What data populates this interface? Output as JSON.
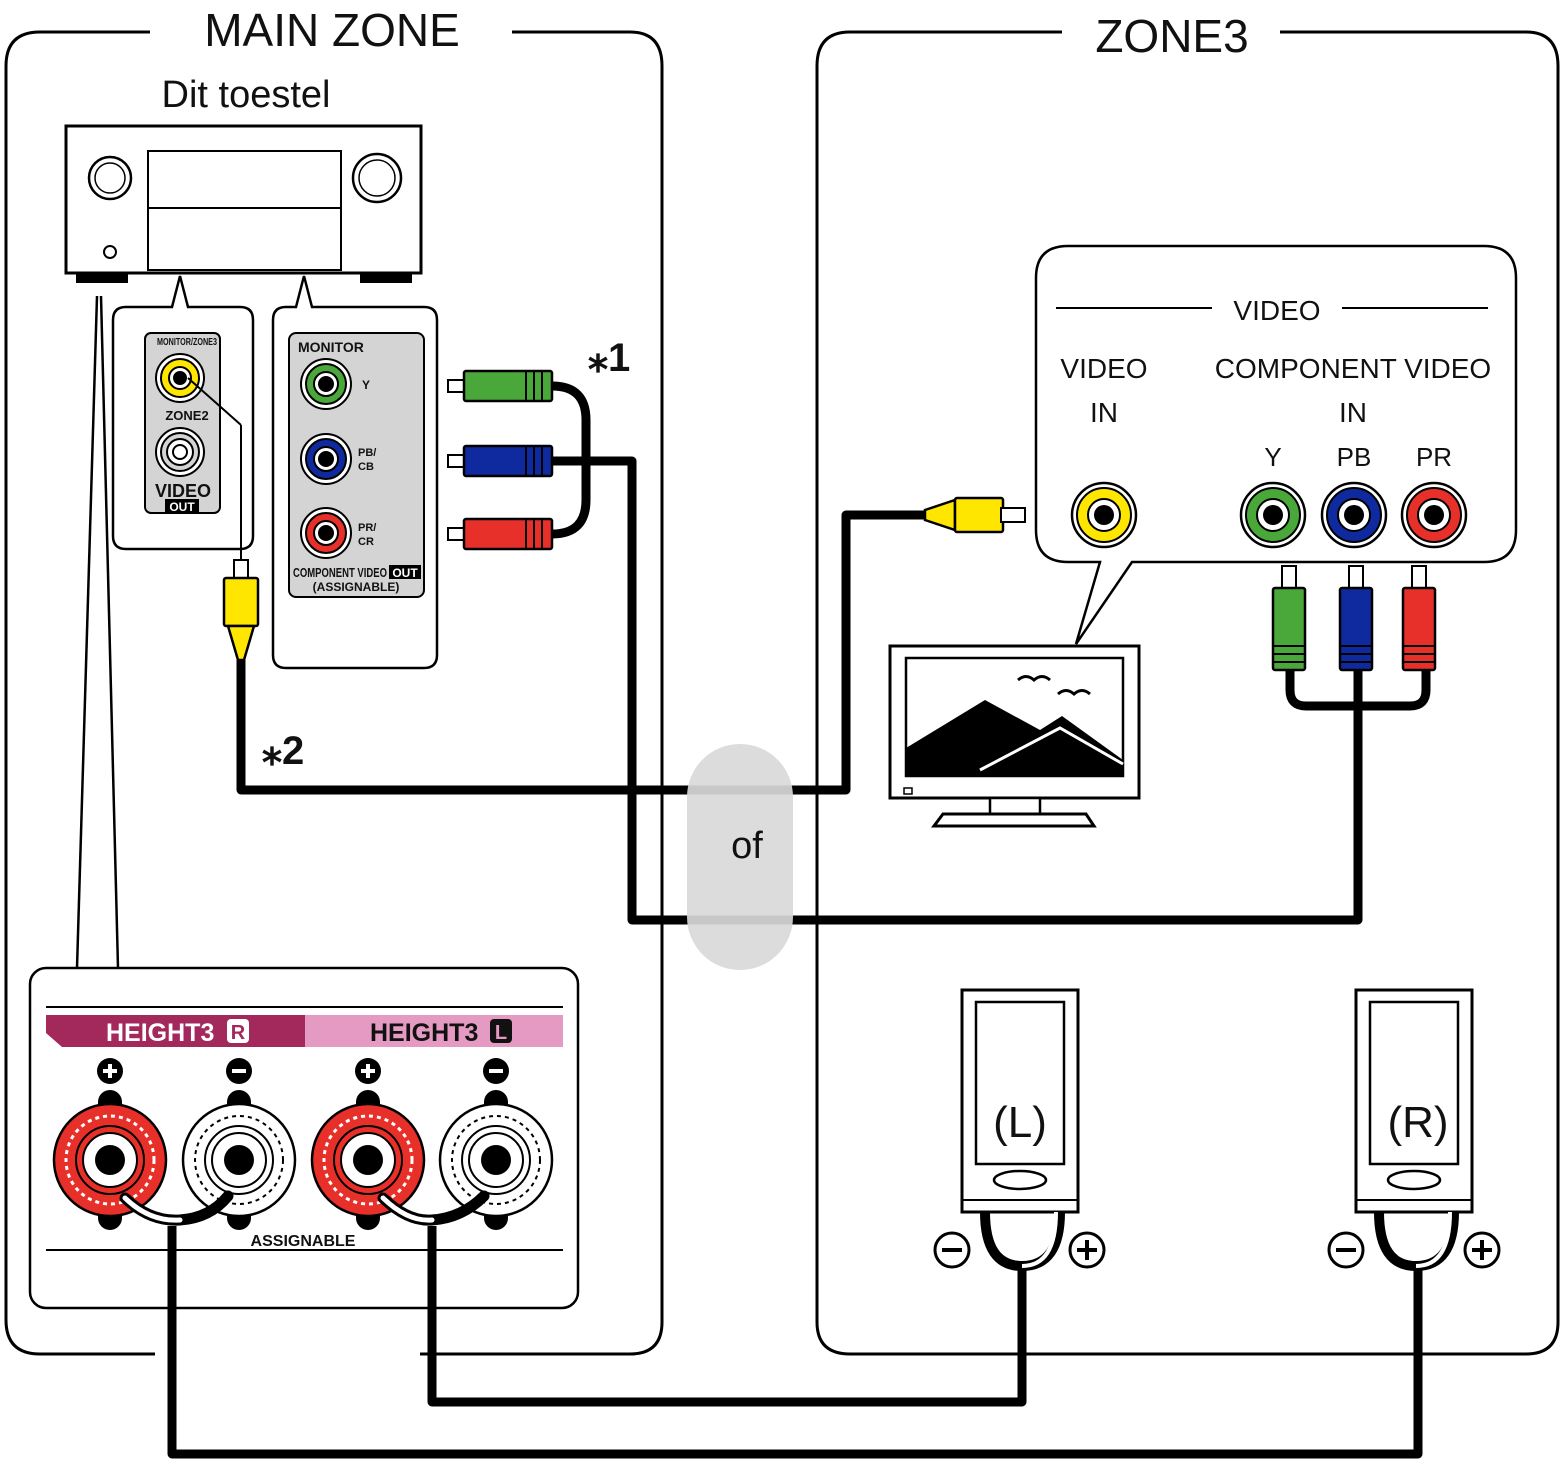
{
  "zones": {
    "main_title": "MAIN ZONE",
    "zone3_title": "ZONE3"
  },
  "receiver": {
    "label": "Dit toestel",
    "video_panel": {
      "monitor_zone3": "MONITOR/ZONE3",
      "zone2": "ZONE2",
      "video": "VIDEO",
      "out": "OUT"
    },
    "component_panel": {
      "monitor": "MONITOR",
      "y": "Y",
      "pb": "PB/",
      "cb": "CB",
      "pr": "PR/",
      "cr": "CR",
      "component_video": "COMPONENT VIDEO",
      "out": "OUT",
      "assignable": "(ASSIGNABLE)"
    },
    "speaker_panel": {
      "height3_r": "HEIGHT3",
      "r_badge": "R",
      "height3_l": "HEIGHT3",
      "l_badge": "L",
      "assignable": "ASSIGNABLE"
    }
  },
  "notes": {
    "note1": "⁎1",
    "note2": "⁎2",
    "or_text": "of"
  },
  "tv_panel": {
    "video_header": "VIDEO",
    "video_in_line1": "VIDEO",
    "video_in_line2": "IN",
    "component_line1": "COMPONENT VIDEO",
    "component_line2": "IN",
    "y": "Y",
    "pb": "PB",
    "pr": "PR"
  },
  "speakers": {
    "left": "(L)",
    "right": "(R)"
  },
  "colors": {
    "rca_yellow": "#ffe600",
    "rca_green": "#4aa83a",
    "rca_blue": "#0f2a9e",
    "rca_red": "#e8302a",
    "panel_gray": "#d4d4d4",
    "height_dark": "#a3285c",
    "height_light": "#e59ac3",
    "or_pill": "#d9d9d9"
  }
}
